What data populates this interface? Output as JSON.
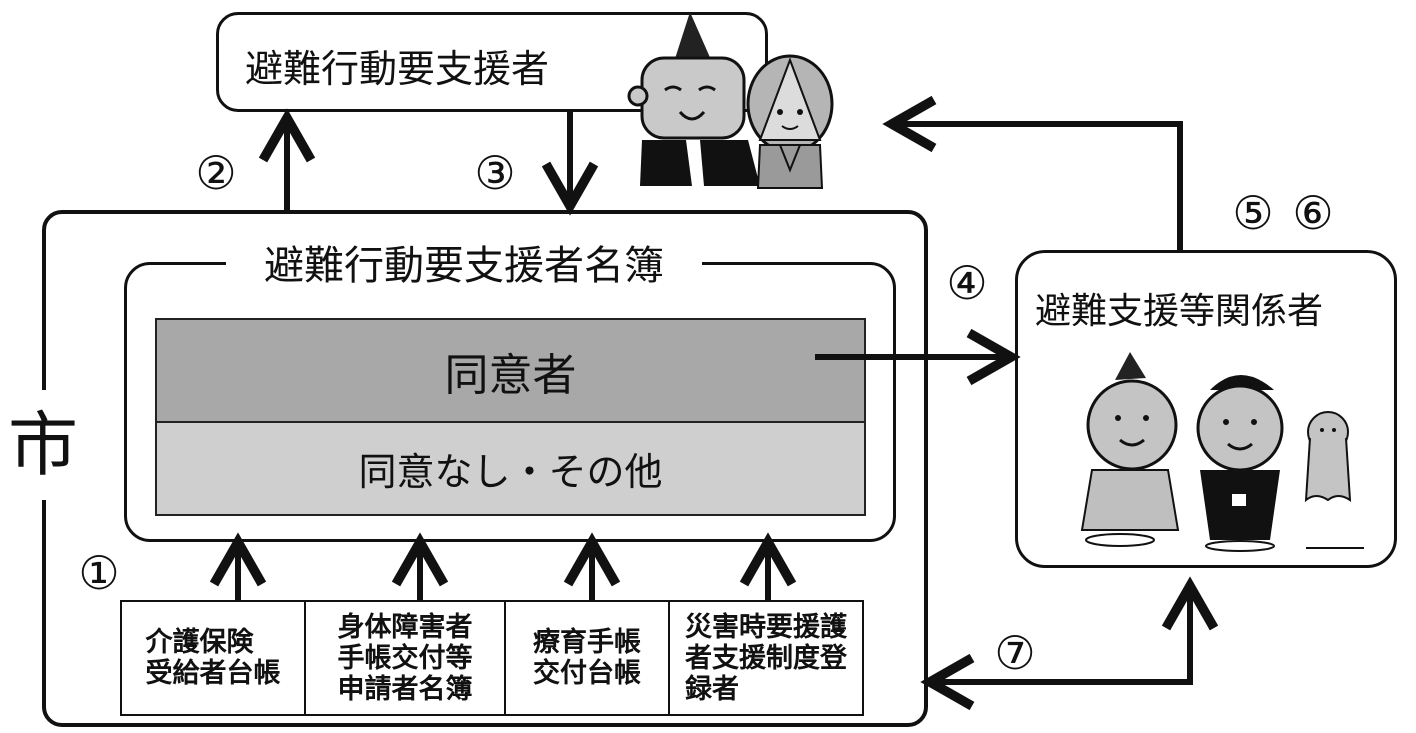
{
  "top_box": {
    "label": "避難行動要支援者"
  },
  "city": {
    "label": "市"
  },
  "registry": {
    "title": "避難行動要支援者名簿",
    "consent_band": "同意者",
    "no_consent_band": "同意なし・その他"
  },
  "sources": [
    {
      "label": "介護保険\n受給者台帳"
    },
    {
      "label": "身体障害者\n手帳交付等\n申請者名簿"
    },
    {
      "label": "療育手帳\n交付台帳"
    },
    {
      "label": "災害時要援護\n者支援制度登\n録者"
    }
  ],
  "stakeholders": {
    "label": "避難支援等関係者"
  },
  "steps": {
    "s1": "①",
    "s2": "②",
    "s3": "③",
    "s4": "④",
    "s5": "⑤",
    "s6": "⑥",
    "s7": "⑦"
  },
  "colors": {
    "line": "#111111",
    "consent_fill": "#a8a8a8",
    "no_consent_fill": "#cfcfcf"
  }
}
